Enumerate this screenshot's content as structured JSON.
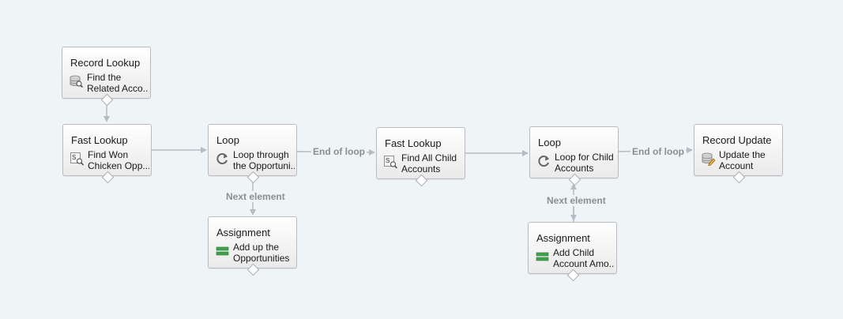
{
  "nodes": [
    {
      "id": "record-lookup",
      "type": "Record Lookup",
      "icon": "record-lookup-icon",
      "label_lines": [
        "Find the",
        "Related Acco..."
      ]
    },
    {
      "id": "fast-lookup-won",
      "type": "Fast Lookup",
      "icon": "fast-lookup-icon",
      "label_lines": [
        "Find Won",
        "Chicken Opp..."
      ]
    },
    {
      "id": "loop-opportunities",
      "type": "Loop",
      "icon": "loop-icon",
      "label_lines": [
        "Loop through",
        "the Opportuni..."
      ]
    },
    {
      "id": "assignment-add-up",
      "type": "Assignment",
      "icon": "assignment-icon",
      "label_lines": [
        "Add up the",
        "Opportunities"
      ]
    },
    {
      "id": "fast-lookup-children",
      "type": "Fast Lookup",
      "icon": "fast-lookup-icon",
      "label_lines": [
        "Find All Child",
        "Accounts"
      ]
    },
    {
      "id": "loop-child-accounts",
      "type": "Loop",
      "icon": "loop-icon",
      "label_lines": [
        "Loop for Child",
        "Accounts"
      ]
    },
    {
      "id": "assignment-add-child",
      "type": "Assignment",
      "icon": "assignment-icon",
      "label_lines": [
        "Add Child",
        "Account Amo..."
      ]
    },
    {
      "id": "record-update",
      "type": "Record Update",
      "icon": "record-update-icon",
      "label_lines": [
        "Update the",
        "Account"
      ]
    }
  ],
  "connector_labels": {
    "end_of_loop_1": "End of loop",
    "next_element_1": "Next element",
    "end_of_loop_2": "End of loop",
    "next_element_2": "Next element"
  },
  "colors": {
    "canvas": "#eff4f7",
    "connector": "#b6bcc2",
    "connector_label": "#8a8f94",
    "node_border": "#b8bcc0"
  }
}
